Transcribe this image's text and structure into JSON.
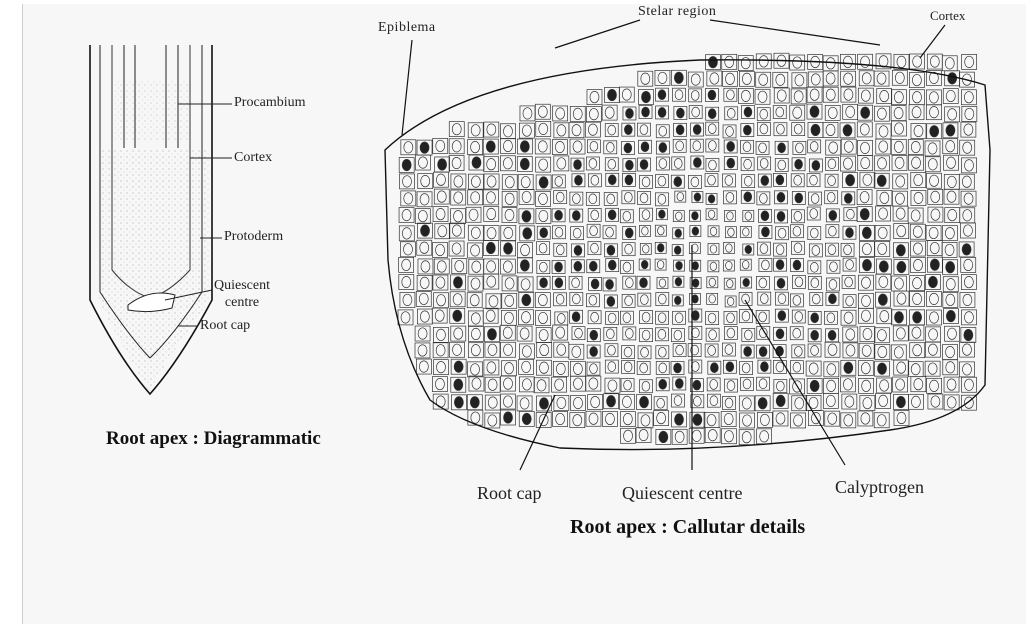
{
  "diagram_left": {
    "labels": {
      "procambium": "Procambium",
      "cortex": "Cortex",
      "protoderm": "Protoderm",
      "quiescent_line1": "Quiescent",
      "quiescent_line2": "centre",
      "root_cap": "Root cap"
    },
    "caption": "Root apex : Diagrammatic"
  },
  "diagram_right": {
    "labels": {
      "epiblema": "Epiblema",
      "stelar_region": "Stelar region",
      "cortex": "Cortex",
      "root_cap": "Root cap",
      "quiescent_centre": "Quiescent centre",
      "calyptrogen": "Calyptrogen"
    },
    "caption": "Root apex : Callutar details"
  }
}
